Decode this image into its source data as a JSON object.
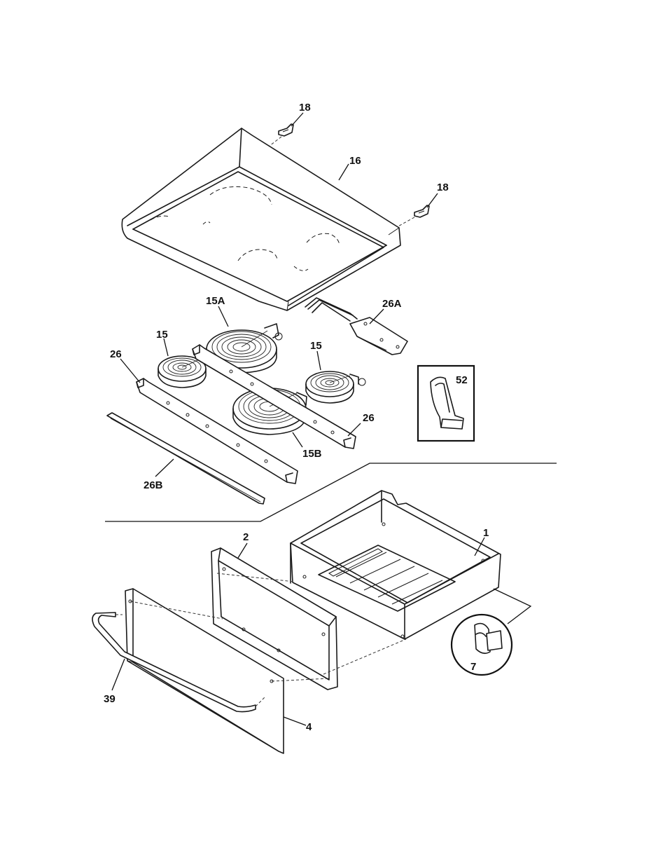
{
  "callouts": {
    "c18a": "18",
    "c18b": "18",
    "c16": "16",
    "c15A": "15A",
    "c26A": "26A",
    "c15a": "15",
    "c15b": "15",
    "c26a": "26",
    "c52": "52",
    "c26b": "26",
    "c15B": "15B",
    "c26B": "26B",
    "c1": "1",
    "c2": "2",
    "c7": "7",
    "c39": "39",
    "c4": "4"
  }
}
